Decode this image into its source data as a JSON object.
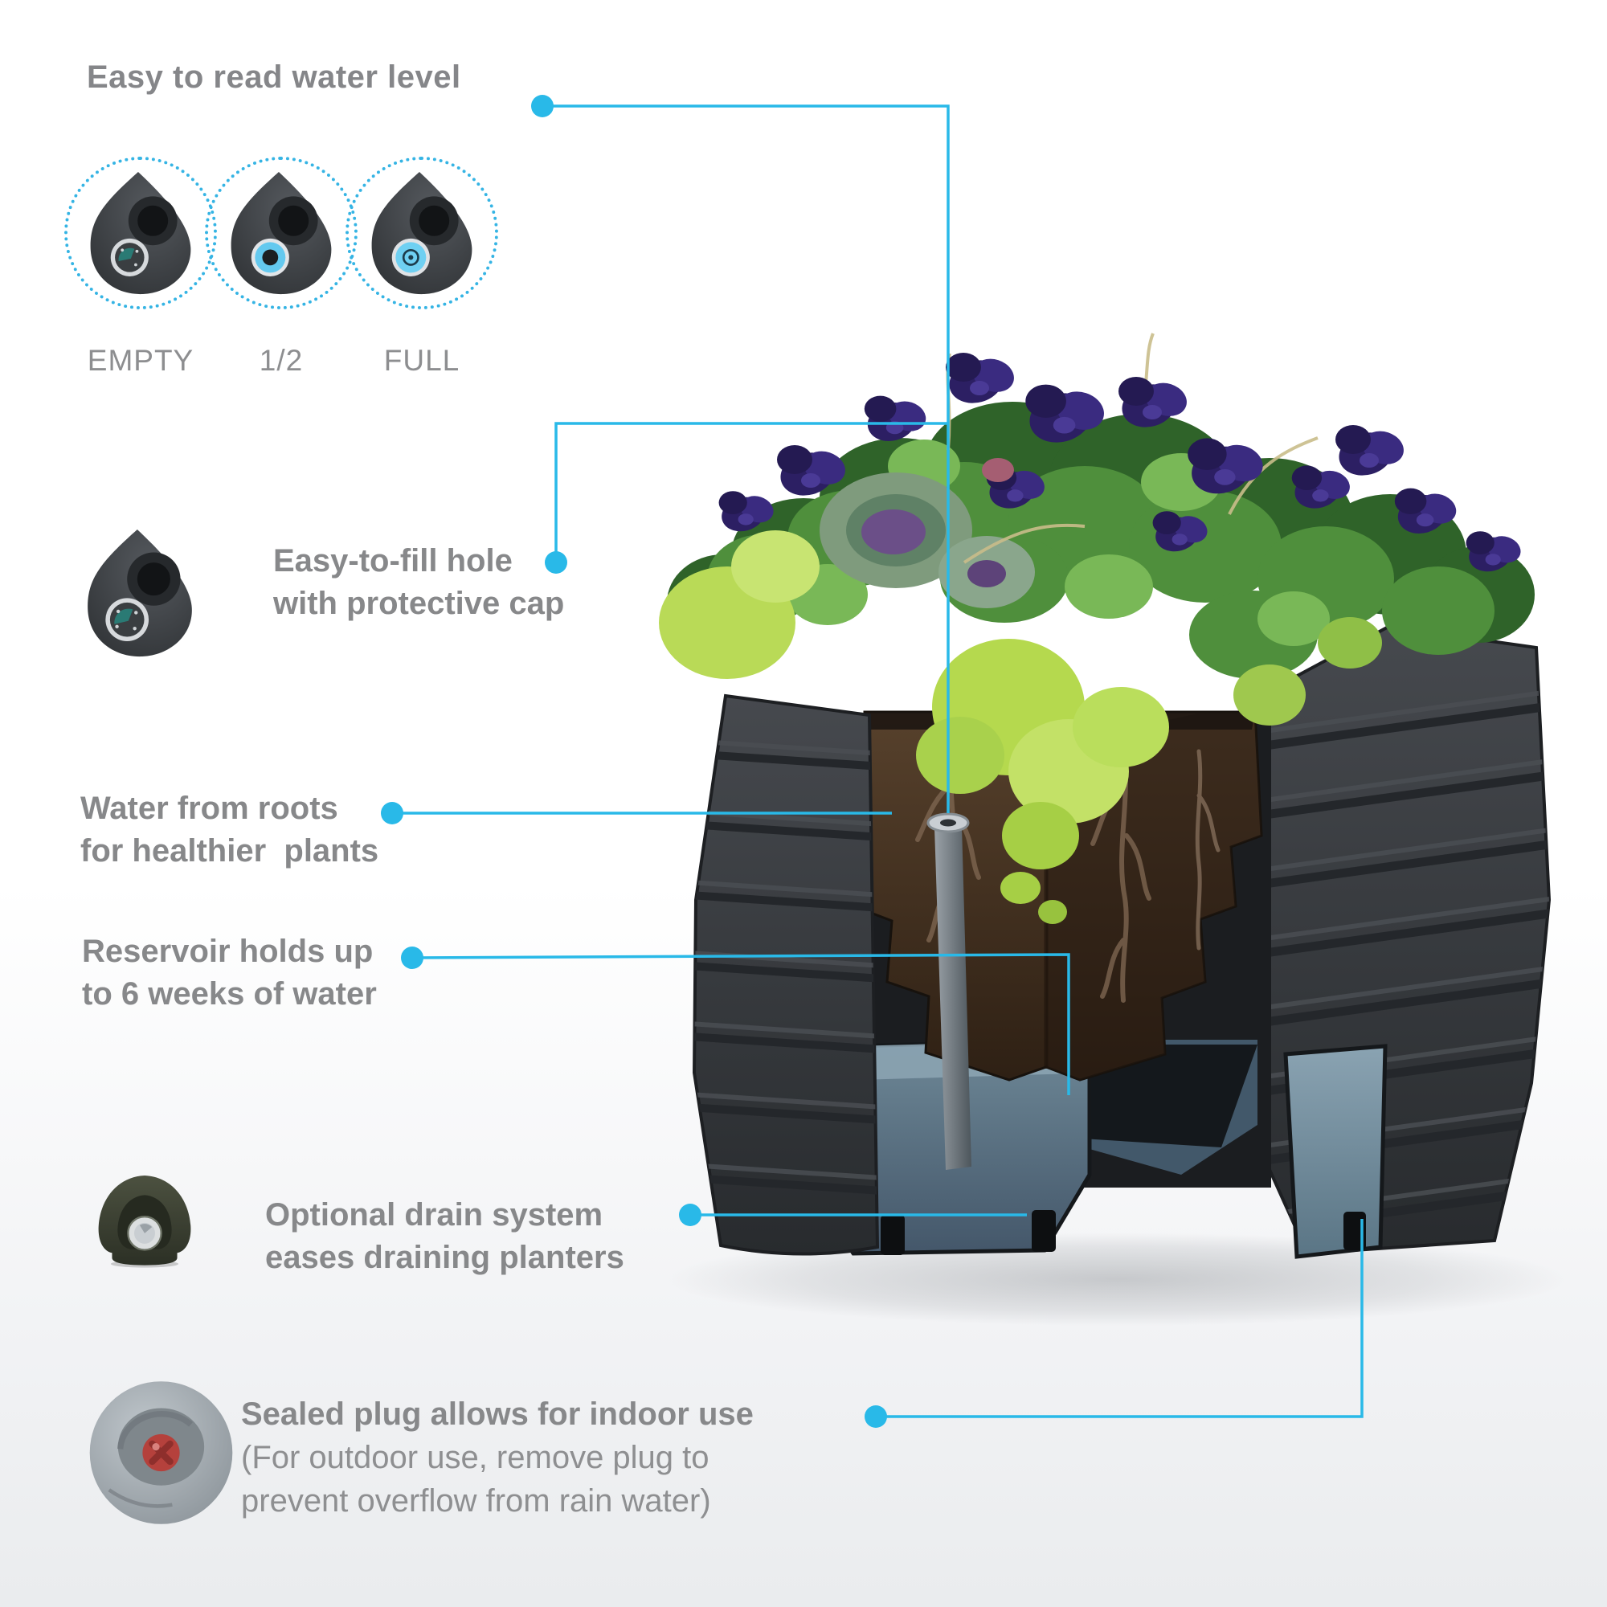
{
  "colors": {
    "accent": "#29b9e8",
    "text_gray": "#87888a",
    "planter_charcoal": "#34373a",
    "soil_brown": "#4a3423",
    "root_tan": "#7d6550",
    "reservoir_blue": "#5f7d92",
    "drain_olive": "#3f4436",
    "plug_red": "#b5413c",
    "indicator_blue": "#6fd0f2"
  },
  "water_level": {
    "heading": "Easy to read water level",
    "states": [
      {
        "label": "EMPTY"
      },
      {
        "label": "1/2"
      },
      {
        "label": "FULL"
      }
    ]
  },
  "callouts": {
    "fill_hole": {
      "lines": [
        "Easy-to-fill hole",
        "with protective cap"
      ]
    },
    "roots": {
      "lines": [
        "Water from roots",
        "for healthier  plants"
      ]
    },
    "reservoir": {
      "lines": [
        "Reservoir holds up",
        "to 6 weeks of water"
      ]
    },
    "drain": {
      "lines": [
        "Optional drain system",
        "eases draining planters"
      ]
    },
    "plug": {
      "bold": "Sealed plug allows for indoor use",
      "lines": [
        "(For outdoor use, remove plug to",
        "prevent overflow from rain water)"
      ]
    }
  }
}
